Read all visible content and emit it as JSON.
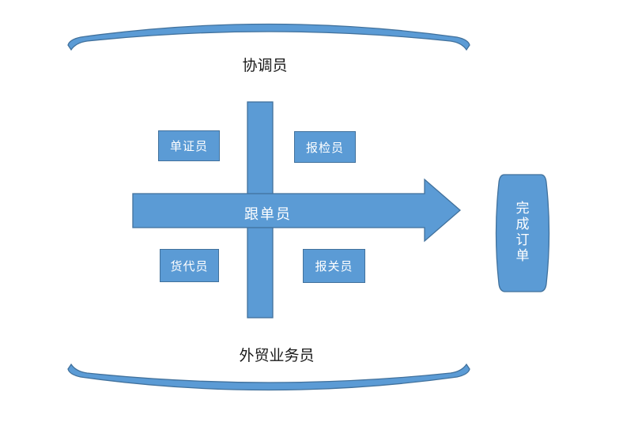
{
  "diagram": {
    "title_role_top": "协调员",
    "title_role_bottom": "外贸业务员",
    "arrow_role": "跟单员",
    "result": "完成订单",
    "boxes": [
      {
        "label": "单证员"
      },
      {
        "label": "报检员"
      },
      {
        "label": "货代员"
      },
      {
        "label": "报关员"
      }
    ],
    "colors": {
      "shape_fill": "#5b9bd5",
      "shape_border": "#41719c",
      "shape_text": "#ffffff",
      "label_text": "#1a1a1a",
      "background": "#ffffff"
    }
  }
}
